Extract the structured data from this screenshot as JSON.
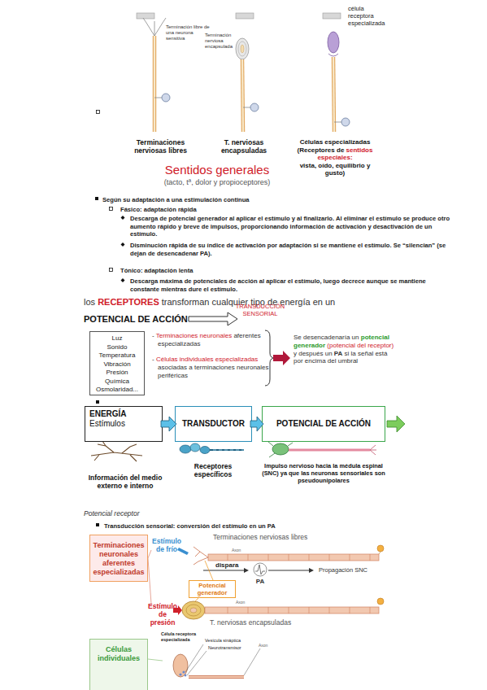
{
  "diagram": {
    "nodes": [
      {
        "text": [
          "Luz Sonido Temperatura Vibración Presión Química Osmolaridad..."
        ]
      },
      {
        "text": [
          "ENERGÍA",
          "Estímulos"
        ]
      },
      {
        "text": [
          "TRANSDUCTOR"
        ]
      },
      {
        "text": [
          "POTENCIAL DE ACCIÓN"
        ]
      },
      {
        "text": [
          "Terminaciones neuronales aferentes especializadas"
        ]
      },
      {
        "text": [
          "Potencial generador"
        ]
      },
      {
        "text": [
          "Células individuales"
        ]
      }
    ],
    "edges": [
      {
        "from": 1,
        "to": 2,
        "arrow": "to"
      },
      {
        "from": 2,
        "to": 3,
        "arrow": "to"
      }
    ],
    "labels": [
      "Terminación libre de una neurona sensitiva",
      "Terminación nerviosa encapsulada",
      "célula receptora especializada",
      "Terminaciones nerviosas libres",
      "T. nerviosas encapsuladas",
      "Células especializadas",
      "(Receptores de",
      "sentidos especiales:",
      "vista, oído, equilibrio y gusto)",
      "Sentidos generales",
      "(tacto, tª, dolor y propioceptores)",
      "Según su adaptación a una estimulación continua",
      "Fásico: adaptación rápida",
      "Descarga de potencial generador al aplicar el estímulo y al finalizarlo. Al eliminar el estímulo se produce otro aumento rápido y breve de impulsos, proporcionando información de activación y desactivación de un estímulo.",
      "Disminución rápida de su índice de activación por adaptación si se mantiene el estímulo. Se “silencian” (se dejan de desencadenar PA).",
      "Tónico: adaptación lenta",
      "Descarga máxima de potenciales de acción al aplicar el estímulo, luego decrece aunque se mantiene constante mientras dure el estímulo.",
      "los",
      "RECEPTORES",
      "transforman cualquier tipo de energía en un",
      "POTENCIAL DE ACCIÓN",
      "TRANSDUCCIÓN SENSORIAL",
      "-",
      "Terminaciones neuronales",
      "aferentes especializadas",
      "-",
      "Células individuales especializadas",
      "asociadas a terminaciones neuronales periféricas",
      "Se desencadenaría un",
      "potencial generador",
      "(potencial del receptor)",
      "y después un",
      "PA",
      "si la señal está por encima del umbral",
      "Información del medio externo e interno",
      "Receptores específicos",
      "Impulso nervioso hacia la médula espinal (SNC) ya que las neuronas sensoriales son pseudounipolares",
      "Potencial receptor",
      "Transducción sensorial: conversión del estímulo en un PA",
      "Estímulo de frío",
      "Terminaciones nerviosas libres",
      "Axon",
      "dispara",
      "PA",
      "Propagación SNC",
      "Estímulo de presión",
      "Axon",
      "T. nerviosas encapsuladas",
      "Célula receptora especializada",
      "Vesícula sináptica",
      "Neurotransmisor",
      "Axon"
    ]
  }
}
